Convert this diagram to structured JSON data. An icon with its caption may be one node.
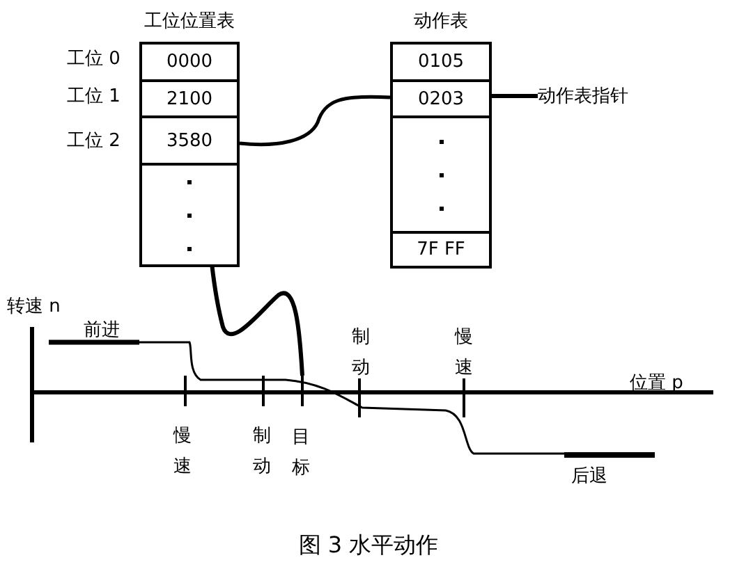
{
  "diagram": {
    "caption": "图 3 水平动作",
    "nodes": [
      {
        "text": [
          "工位位置表"
        ]
      },
      {
        "text": [
          "0000"
        ],
        "in": 0,
        "beside": [
          "工位 0"
        ]
      },
      {
        "text": [
          "2100"
        ],
        "in": 0,
        "beside": [
          "工位 1"
        ]
      },
      {
        "text": [
          "3580"
        ],
        "in": 0,
        "beside": [
          "工位 2"
        ]
      },
      {
        "text": [],
        "shape": "box",
        "in": 0
      },
      {
        "text": [
          "动作表"
        ]
      },
      {
        "text": [
          "0105"
        ],
        "in": 5
      },
      {
        "text": [
          "0203"
        ],
        "in": 5
      },
      {
        "text": [],
        "shape": "box",
        "in": 5
      },
      {
        "text": [
          "7F FF"
        ],
        "in": 5
      },
      {
        "text": [
          "动作表指针"
        ]
      },
      {
        "text": [
          "目标"
        ]
      }
    ],
    "edges": [
      {
        "from": 3,
        "to": 7,
        "arrow": "none"
      },
      {
        "from": 10,
        "to": 7,
        "arrow": "none"
      },
      {
        "from": 3,
        "to": 11,
        "arrow": "none"
      }
    ],
    "labels": [
      "转速 n",
      "前进",
      "制动",
      "慢速",
      "位置 p",
      "慢速",
      "制动",
      "后退"
    ]
  }
}
